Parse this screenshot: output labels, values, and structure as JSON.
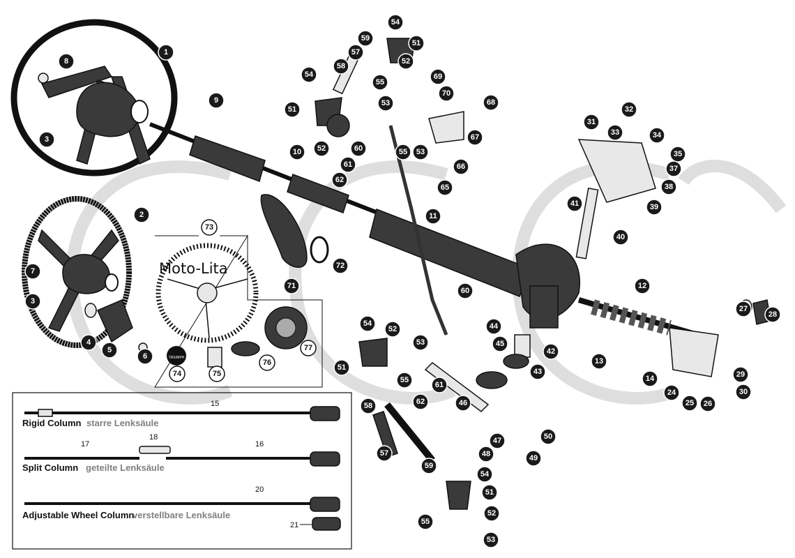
{
  "inset_wheel": {
    "brand": "Moto-Lita",
    "callouts": [
      "73",
      "74",
      "75",
      "76",
      "77"
    ],
    "badge_text": "TRIUMPH"
  },
  "column_variants": [
    {
      "callout": "15",
      "label_en": "Rigid Column",
      "label_de": "starre Lenksäule"
    },
    {
      "callouts": [
        "17",
        "18",
        "16"
      ],
      "label_en": "Split Column",
      "label_de": "geteilte Lenksäule"
    },
    {
      "callouts": [
        "20",
        "21"
      ],
      "label_en": "Adjustable Wheel Column",
      "label_de": "verstellbare Lenksäule"
    }
  ],
  "callouts": [
    "1",
    "8",
    "3",
    "9",
    "2",
    "7",
    "3",
    "4",
    "5",
    "6",
    "10",
    "71",
    "72",
    "54",
    "51",
    "59",
    "57",
    "52",
    "58",
    "55",
    "53",
    "54",
    "51",
    "52",
    "60",
    "61",
    "62",
    "69",
    "70",
    "68",
    "67",
    "55",
    "53",
    "66",
    "65",
    "11",
    "32",
    "33",
    "34",
    "31",
    "35",
    "37",
    "38",
    "39",
    "41",
    "40",
    "12",
    "27",
    "28",
    "13",
    "14",
    "24",
    "25",
    "26",
    "29",
    "30",
    "60",
    "44",
    "45",
    "42",
    "43",
    "54",
    "52",
    "53",
    "51",
    "55",
    "61",
    "62",
    "46",
    "58",
    "47",
    "50",
    "48",
    "49",
    "57",
    "59",
    "54",
    "51",
    "52",
    "55",
    "53"
  ],
  "colors": {
    "ink": "#111111",
    "watermark": "#d9d9d9",
    "german_label": "#808080"
  }
}
